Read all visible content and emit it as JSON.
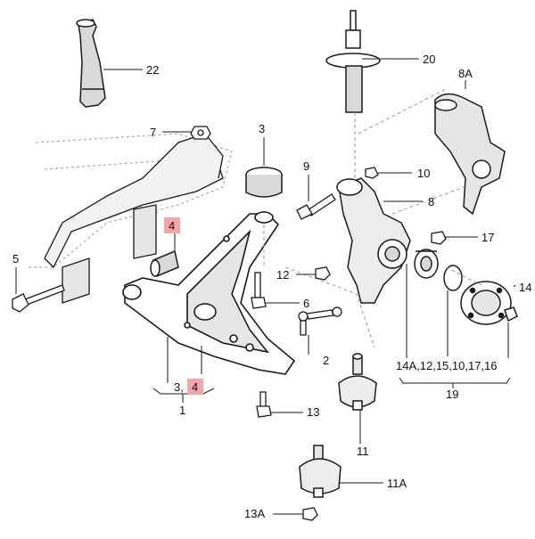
{
  "diagram": {
    "labels": {
      "p1": "1",
      "p2": "2",
      "p3": "3",
      "p4_top": "4",
      "p3_4_a": "3,",
      "p3_4_b": "4",
      "p5": "5",
      "p6": "6",
      "p7": "7",
      "p8": "8",
      "p8a": "8A",
      "p9": "9",
      "p10": "10",
      "p11": "11",
      "p11a": "11A",
      "p12": "12",
      "p13": "13",
      "p13a": "13A",
      "p14": "14",
      "p14a": "14A,12,15,10,17,16",
      "p17": "17",
      "p19": "19",
      "p20": "20",
      "p22": "22"
    },
    "colors": {
      "line": "#1a1a1a",
      "shade": "#d9d9d9",
      "highlight": "#f4a6aa",
      "dashed": "#9a9a9a"
    }
  }
}
